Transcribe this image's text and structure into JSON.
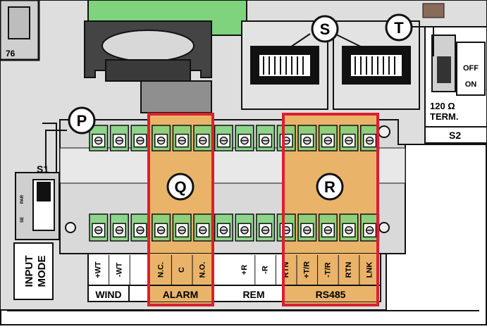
{
  "callouts": {
    "P": "P",
    "Q": "Q",
    "R": "R",
    "S": "S",
    "T": "T"
  },
  "top_left_label": "76",
  "switch_s1": {
    "name": "S1",
    "mode_label_line1": "INPUT",
    "mode_label_line2": "MODE",
    "pos_top": "PAR",
    "pos_bottom": "SE"
  },
  "switch_s2": {
    "name": "S2",
    "off": "OFF",
    "on": "ON",
    "term_line1": "120 Ω",
    "term_line2": "TERM."
  },
  "terminals": [
    {
      "label": "+WT"
    },
    {
      "label": "-WT"
    },
    {
      "label": ""
    },
    {
      "label": "N.C."
    },
    {
      "label": "C"
    },
    {
      "label": "N.O."
    },
    {
      "label": ""
    },
    {
      "label": "+R"
    },
    {
      "label": "-R"
    },
    {
      "label": "RTN"
    },
    {
      "label": "+T/R"
    },
    {
      "label": "-T/R"
    },
    {
      "label": "RTN"
    },
    {
      "label": "LNK"
    }
  ],
  "groups": {
    "wind": "WIND",
    "alarm": "ALARM",
    "rem": "REM",
    "rs485": "RS485"
  },
  "colors": {
    "highlight_fill": "#e9b46a",
    "highlight_border": "#d9202e",
    "connector_green": "#7fd37d",
    "board_gray": "#d7d7d7",
    "board_light": "#ededed",
    "ink": "#111111"
  }
}
